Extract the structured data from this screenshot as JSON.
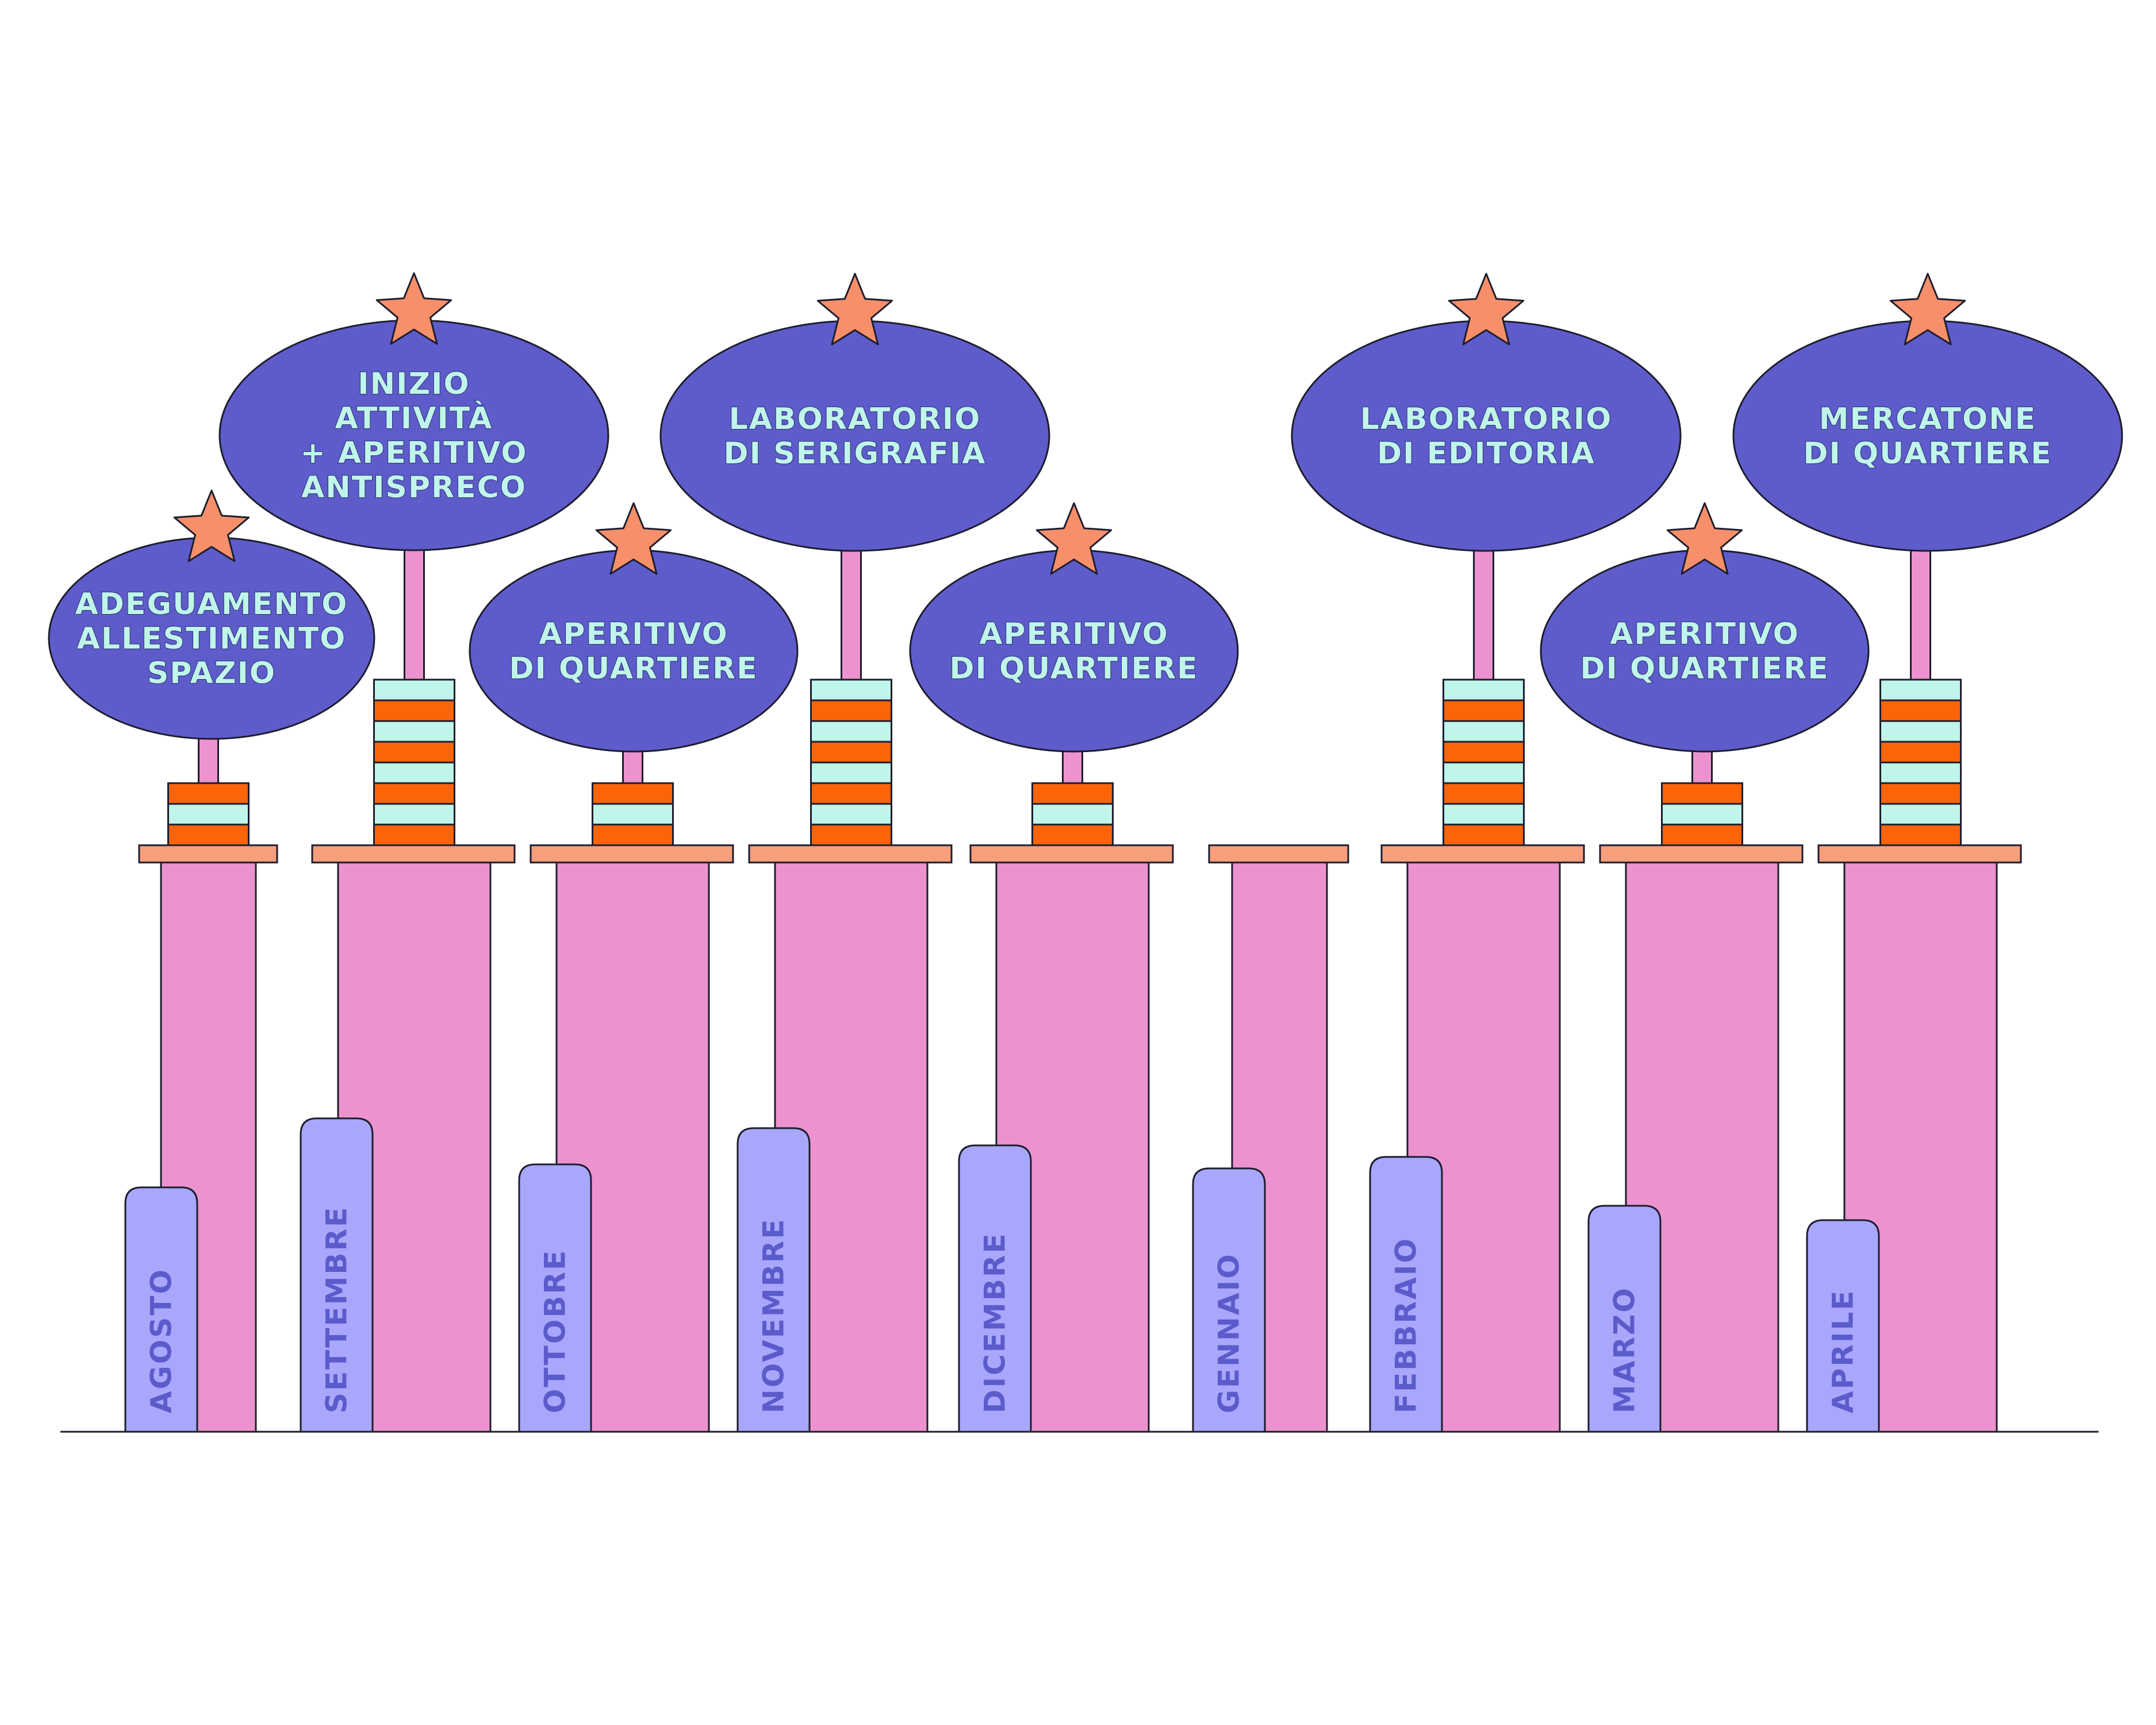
{
  "colors": {
    "column": "#ec93cf",
    "cap": "#f79e7b",
    "oval": "#5e5ccb",
    "tab": "#a8a7fb",
    "mint": "#bff5ea",
    "orange": "#fc6408",
    "star": "#f68f6a",
    "outline": "#1d1d2e"
  },
  "timeline": [
    {
      "month": "AGOSTO",
      "event": [
        "ADEGUAMENTO",
        "ALLESTIMENTO",
        "SPAZIO"
      ],
      "layers": 3
    },
    {
      "month": "SETTEMBRE",
      "event": [
        "INIZIO",
        "ATTIVITÀ",
        "+ APERITIVO",
        "ANTISPRECO"
      ],
      "layers": 8
    },
    {
      "month": "OTTOBRE",
      "event": [
        "APERITIVO",
        "DI QUARTIERE"
      ],
      "layers": 3
    },
    {
      "month": "NOVEMBRE",
      "event": [
        "LABORATORIO",
        "DI SERIGRAFIA"
      ],
      "layers": 8
    },
    {
      "month": "DICEMBRE",
      "event": [
        "APERITIVO",
        "DI QUARTIERE"
      ],
      "layers": 3
    },
    {
      "month": "GENNAIO",
      "event": [],
      "layers": 0
    },
    {
      "month": "FEBBRAIO",
      "event": [
        "LABORATORIO",
        "DI EDITORIA"
      ],
      "layers": 8
    },
    {
      "month": "MARZO",
      "event": [
        "APERITIVO",
        "DI QUARTIERE"
      ],
      "layers": 3
    },
    {
      "month": "APRILE",
      "event": [
        "MERCATONE",
        "DI QUARTIERE"
      ],
      "layers": 8
    }
  ]
}
